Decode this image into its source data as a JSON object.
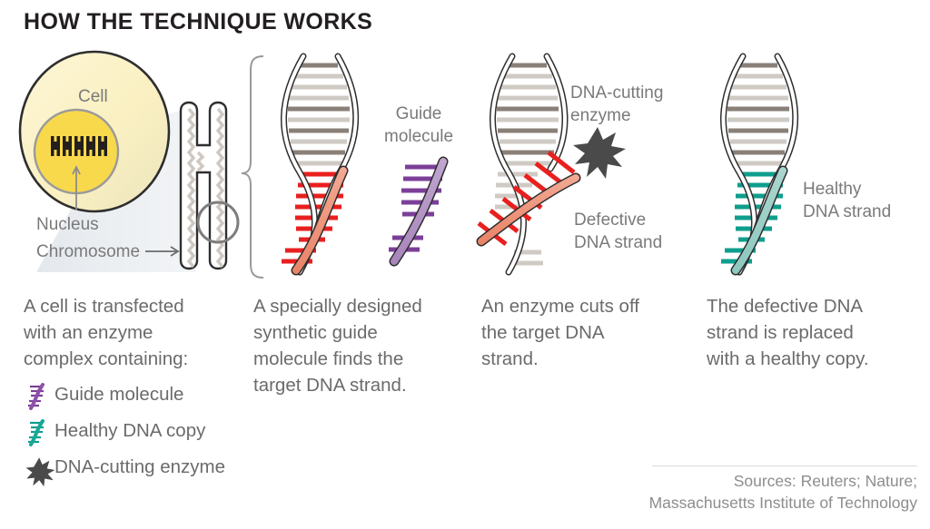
{
  "header": {
    "title": "HOW THE TECHNIQUE WORKS"
  },
  "colors": {
    "title": "#231f20",
    "body_text": "#6b6b6b",
    "label_text": "#7a7a7a",
    "sources_text": "#8d8d8d",
    "cell_fill": "#fbf2c4",
    "nucleus_fill": "#f8d94a",
    "chromosome_fill": "#cdc6bd",
    "magnifier_wedge": "#e4e8ec",
    "defective_red": "#e8201f",
    "defective_strand": "#ef8f78",
    "healthy_teal": "#0f9e8e",
    "healthy_strand": "#9dd0c8",
    "guide_purple": "#7b3f98",
    "guide_strand": "#b99bc9",
    "enzyme_star": "#4a4a4a",
    "rung_dark": "#8a8078",
    "rung_light": "#cfcac4",
    "outline": "#2b2b2b"
  },
  "art_labels": {
    "cell": "Cell",
    "nucleus": "Nucleus",
    "chromosome": "Chromosome",
    "guide_molecule": "Guide\nmolecule",
    "dna_cutting_enzyme": "DNA-cutting\nenzyme",
    "defective_dna_strand": "Defective\nDNA strand",
    "healthy_dna_strand": "Healthy\nDNA strand"
  },
  "steps": [
    {
      "id": "step-1",
      "caption": "A cell is transfected\nwith an enzyme\ncomplex containing:"
    },
    {
      "id": "step-2",
      "caption": "A specially designed\nsynthetic guide\nmolecule finds the\ntarget DNA strand."
    },
    {
      "id": "step-3",
      "caption": "An enzyme cuts off\nthe target DNA\nstrand."
    },
    {
      "id": "step-4",
      "caption": "The defective DNA\nstrand is replaced\nwith a healthy copy."
    }
  ],
  "legend": {
    "items": [
      {
        "icon": "guide-molecule-icon",
        "label": "Guide molecule"
      },
      {
        "icon": "healthy-dna-copy-icon",
        "label": "Healthy DNA copy"
      },
      {
        "icon": "dna-cutting-enzyme-icon",
        "label": "DNA-cutting\nenzyme"
      }
    ]
  },
  "footer": {
    "sources": "Sources: Reuters; Nature;\nMassachusetts Institute of Technology"
  }
}
